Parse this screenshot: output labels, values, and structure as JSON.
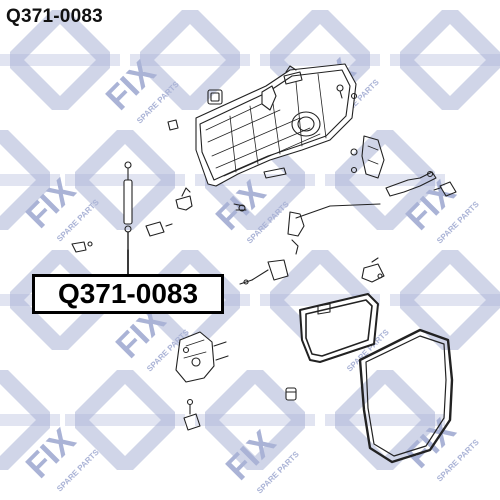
{
  "header": {
    "part_number": "Q371-0083"
  },
  "callout": {
    "part_number": "Q371-0083"
  },
  "watermark": {
    "brand": "FIX",
    "tagline": "SPARE PARTS",
    "color": "#aab3d6"
  },
  "colors": {
    "line": "#222222",
    "callout_border": "#000000",
    "background": "#ffffff"
  }
}
